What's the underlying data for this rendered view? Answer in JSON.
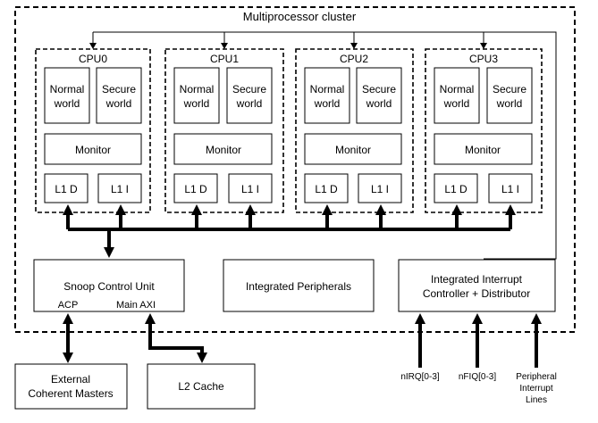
{
  "cluster_label": "Multiprocessor cluster",
  "cpus": [
    {
      "label": "CPU0",
      "normal": [
        "Normal",
        "world"
      ],
      "secure": [
        "Secure",
        "world"
      ],
      "monitor": "Monitor",
      "l1d": "L1 D",
      "l1i": "L1 I"
    },
    {
      "label": "CPU1",
      "normal": [
        "Normal",
        "world"
      ],
      "secure": [
        "Secure",
        "world"
      ],
      "monitor": "Monitor",
      "l1d": "L1 D",
      "l1i": "L1 I"
    },
    {
      "label": "CPU2",
      "normal": [
        "Normal",
        "world"
      ],
      "secure": [
        "Secure",
        "world"
      ],
      "monitor": "Monitor",
      "l1d": "L1 D",
      "l1i": "L1 I"
    },
    {
      "label": "CPU3",
      "normal": [
        "Normal",
        "world"
      ],
      "secure": [
        "Secure",
        "world"
      ],
      "monitor": "Monitor",
      "l1d": "L1 D",
      "l1i": "L1 I"
    }
  ],
  "scu": {
    "label": "Snoop Control Unit",
    "acp": "ACP",
    "axi": "Main AXI"
  },
  "peripherals": {
    "label": "Integrated Peripherals"
  },
  "interrupt": {
    "line1": "Integrated Interrupt",
    "line2": "Controller + Distributor"
  },
  "external": {
    "line1": "External",
    "line2": "Coherent Masters"
  },
  "l2": {
    "label": "L2 Cache"
  },
  "signals": {
    "nirq": "nIRQ[0-3]",
    "nfiq": "nFIQ[0-3]",
    "periph": [
      "Peripheral",
      "Interrupt",
      "Lines"
    ]
  }
}
